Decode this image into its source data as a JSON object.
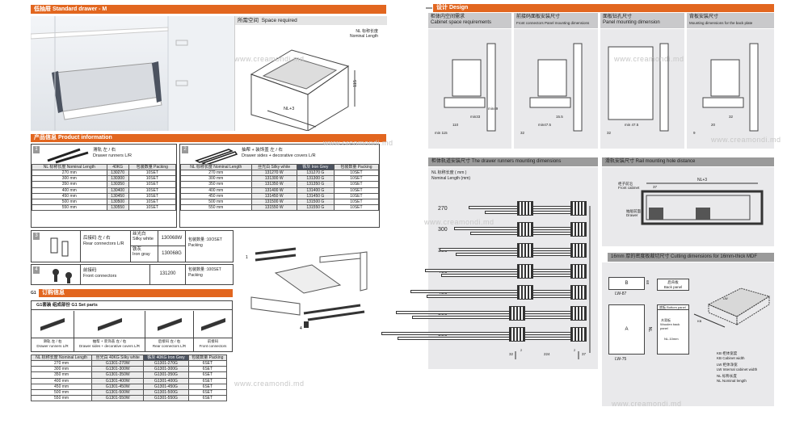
{
  "header": {
    "title": "低抽屉 Standard drawer - M"
  },
  "space": {
    "title_cn": "所需空间",
    "title_en": "Space required",
    "nl_cn": "NL 标称长度",
    "nl_en": "Nominal Length",
    "dim_h": "115",
    "dim_nl": "NL+3"
  },
  "product_info": {
    "title": "产品信息 Product information"
  },
  "part1": {
    "num": "1",
    "name_cn": "滑轨 左 / 右",
    "name_en": "Drawer runners L/R",
    "headers": [
      "NL 标称长度 Nominal Length",
      "40KG",
      "包装数量 Packing"
    ],
    "rows": [
      [
        "270 mm",
        "130270",
        "10SET"
      ],
      [
        "300 mm",
        "130300",
        "10SET"
      ],
      [
        "350 mm",
        "130350",
        "10SET"
      ],
      [
        "400 mm",
        "130400",
        "10SET"
      ],
      [
        "450 mm",
        "130450",
        "10SET"
      ],
      [
        "500 mm",
        "130500",
        "10SET"
      ],
      [
        "550 mm",
        "130550",
        "10SET"
      ]
    ]
  },
  "part2": {
    "num": "2",
    "name_cn": "抽帮 + 装饰盖 左 / 右",
    "name_en": "Drawer sides + decorative covers L/R",
    "headers": [
      "NL 标称长度 Nominal Length",
      "丝光白 Silky white",
      "铁灰 Iron Grey",
      "包装数量 Packing"
    ],
    "rows": [
      [
        "270 mm",
        "131270 W",
        "131270 G",
        "10SET"
      ],
      [
        "300 mm",
        "131300 W",
        "131300 G",
        "10SET"
      ],
      [
        "350 mm",
        "131350 W",
        "131350 G",
        "10SET"
      ],
      [
        "400 mm",
        "131400 W",
        "131400 G",
        "10SET"
      ],
      [
        "450 mm",
        "131450 W",
        "131450 G",
        "10SET"
      ],
      [
        "500 mm",
        "131500 W",
        "131500 G",
        "10SET"
      ],
      [
        "550 mm",
        "131550 W",
        "131550 G",
        "10SET"
      ]
    ]
  },
  "part3": {
    "num": "3",
    "name_cn": "后接码 左 / 右",
    "name_en": "Rear connectors L/R",
    "white_cn": "丝光白",
    "white_en": "Silky white",
    "white_code": "130068W",
    "gray_cn": "铁灰",
    "gray_en": "Iron gray",
    "gray_code": "130068G",
    "packing": "包装数量 :10OSET",
    "packing_en": "Packing"
  },
  "part4": {
    "num": "4",
    "name_cn": "前接码",
    "name_en": "Front connectors",
    "code": "131200",
    "packing": "包装数量 :100SET",
    "packing_en": "Packing"
  },
  "g1": {
    "prefix": "G1",
    "title": "订购信息",
    "set_title": "G1套装 组成部份  G1 Set parts",
    "parts": [
      [
        "滑轨 左 / 右",
        "Drawer runners L/R"
      ],
      [
        "抽帮 + 装饰盖 左 / 右",
        "Drawer sides + decorative covers L/R"
      ],
      [
        "后接码 左 / 右",
        "Rear connectors L/R"
      ],
      [
        "前接码",
        "Front connectors"
      ]
    ],
    "headers": [
      "NL 标称长度 Nominal Length",
      "丝光白 40KG Silky white",
      "铁灰 40KG Iron Grey",
      "包装数量 Packing"
    ],
    "rows": [
      [
        "270 mm",
        "G1301-270W",
        "G1301-270G",
        "6SET"
      ],
      [
        "300 mm",
        "G1301-300W",
        "G1301-300G",
        "6SET"
      ],
      [
        "350 mm",
        "G1301-350W",
        "G1301-350G",
        "6SET"
      ],
      [
        "400 mm",
        "G1301-400W",
        "G1301-400G",
        "6SET"
      ],
      [
        "450 mm",
        "G1301-450W",
        "G1301-450G",
        "6SET"
      ],
      [
        "500 mm",
        "G1301-500W",
        "G1301-500G",
        "6SET"
      ],
      [
        "550 mm",
        "G1301-550W",
        "G1301-550G",
        "6SET"
      ]
    ]
  },
  "design": {
    "title": "设计 Design",
    "panels": [
      {
        "cn": "柜体内空间需求",
        "en": "Cabinet space requirements",
        "dims": [
          "min 115",
          "110",
          "min33",
          "min49"
        ]
      },
      {
        "cn": "前接码面板安装尺寸",
        "en": "Front connectors Panel mounting dimensions",
        "dims": [
          "32",
          "min47.5",
          "15.5"
        ]
      },
      {
        "cn": "面板钻孔尺寸",
        "en": "Panel mounting dimension",
        "dims": [
          "32",
          "min 47.5"
        ]
      },
      {
        "cn": "背板安装尺寸",
        "en": "Mounting dimensions for the back plate",
        "dims": [
          "9",
          "20",
          "32"
        ]
      }
    ]
  },
  "runners_mount": {
    "title": "柜体轨道安装尺寸  The drawer runners mounting dimensions",
    "nl_cn": "NL 标称长度 ( mm )",
    "nl_en": "Nominal Length (mm)",
    "lengths": [
      "270",
      "300",
      "350",
      "400",
      "450",
      "500",
      "550"
    ],
    "dims": [
      "32",
      "224",
      "37",
      "2",
      "2"
    ]
  },
  "rail_hole": {
    "title": "滑轨安装尺寸 Rail mounting hole distance",
    "front_cn": "柜子前沿",
    "front_en": "Front cabinet",
    "drawer_cn": "抽屉前面",
    "drawer_en": "Drawer",
    "nl": "NL+3",
    "d": "37"
  },
  "cutting": {
    "title": "16mm 厚的密度板裁切尺寸  Cutting dimensions for 16mm-thick MDF",
    "b": "B",
    "b_h": "68",
    "lw87": "LW-87",
    "back_cn": "后背板",
    "back_en": "Back panel",
    "a": "A",
    "nl": "NL",
    "lw75": "LW-75",
    "bottom_cn": "底板",
    "bottom_en": "Bottom panel",
    "wood_cn": "木背板",
    "wood_en": "Wooden back panel",
    "nl10": "NL-10mm",
    "iso_lw": "LW",
    "iso_kb": "KB",
    "legend": [
      [
        "KB  柜体宽度",
        "KB Cabinet width"
      ],
      [
        "LW  柜体净宽",
        "LW Internal cabinet width"
      ],
      [
        "NL  标称长度",
        "NL Nominal length"
      ]
    ]
  },
  "watermark": "www.creamondi.md",
  "colors": {
    "accent": "#e2661f",
    "panel": "#e9e9eb",
    "iron": "#4c5360"
  }
}
